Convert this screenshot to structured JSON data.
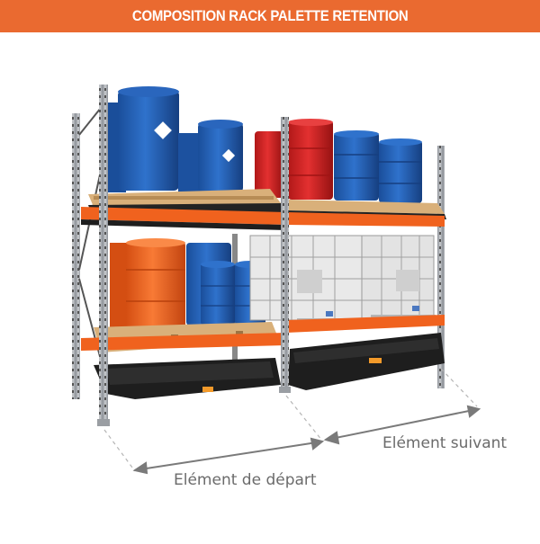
{
  "header": {
    "title": "COMPOSITION RACK PALETTE RETENTION",
    "background_color": "#ea6a30"
  },
  "diagram": {
    "subject": "Pallet rack with retention sumps",
    "labels": {
      "start_element": "Elément de départ",
      "next_element": "Elément suivant"
    },
    "colors": {
      "beam": "#f0621e",
      "upright": "#a9adb2",
      "sump": "#1e1e1e",
      "blue_drum": "#1f5fb5",
      "red_drum": "#d42020",
      "orange_drum": "#f06020",
      "pallet": "#d9b07a",
      "ibc": "#e8e8e8",
      "dimension_line": "#7a7a7a"
    }
  }
}
